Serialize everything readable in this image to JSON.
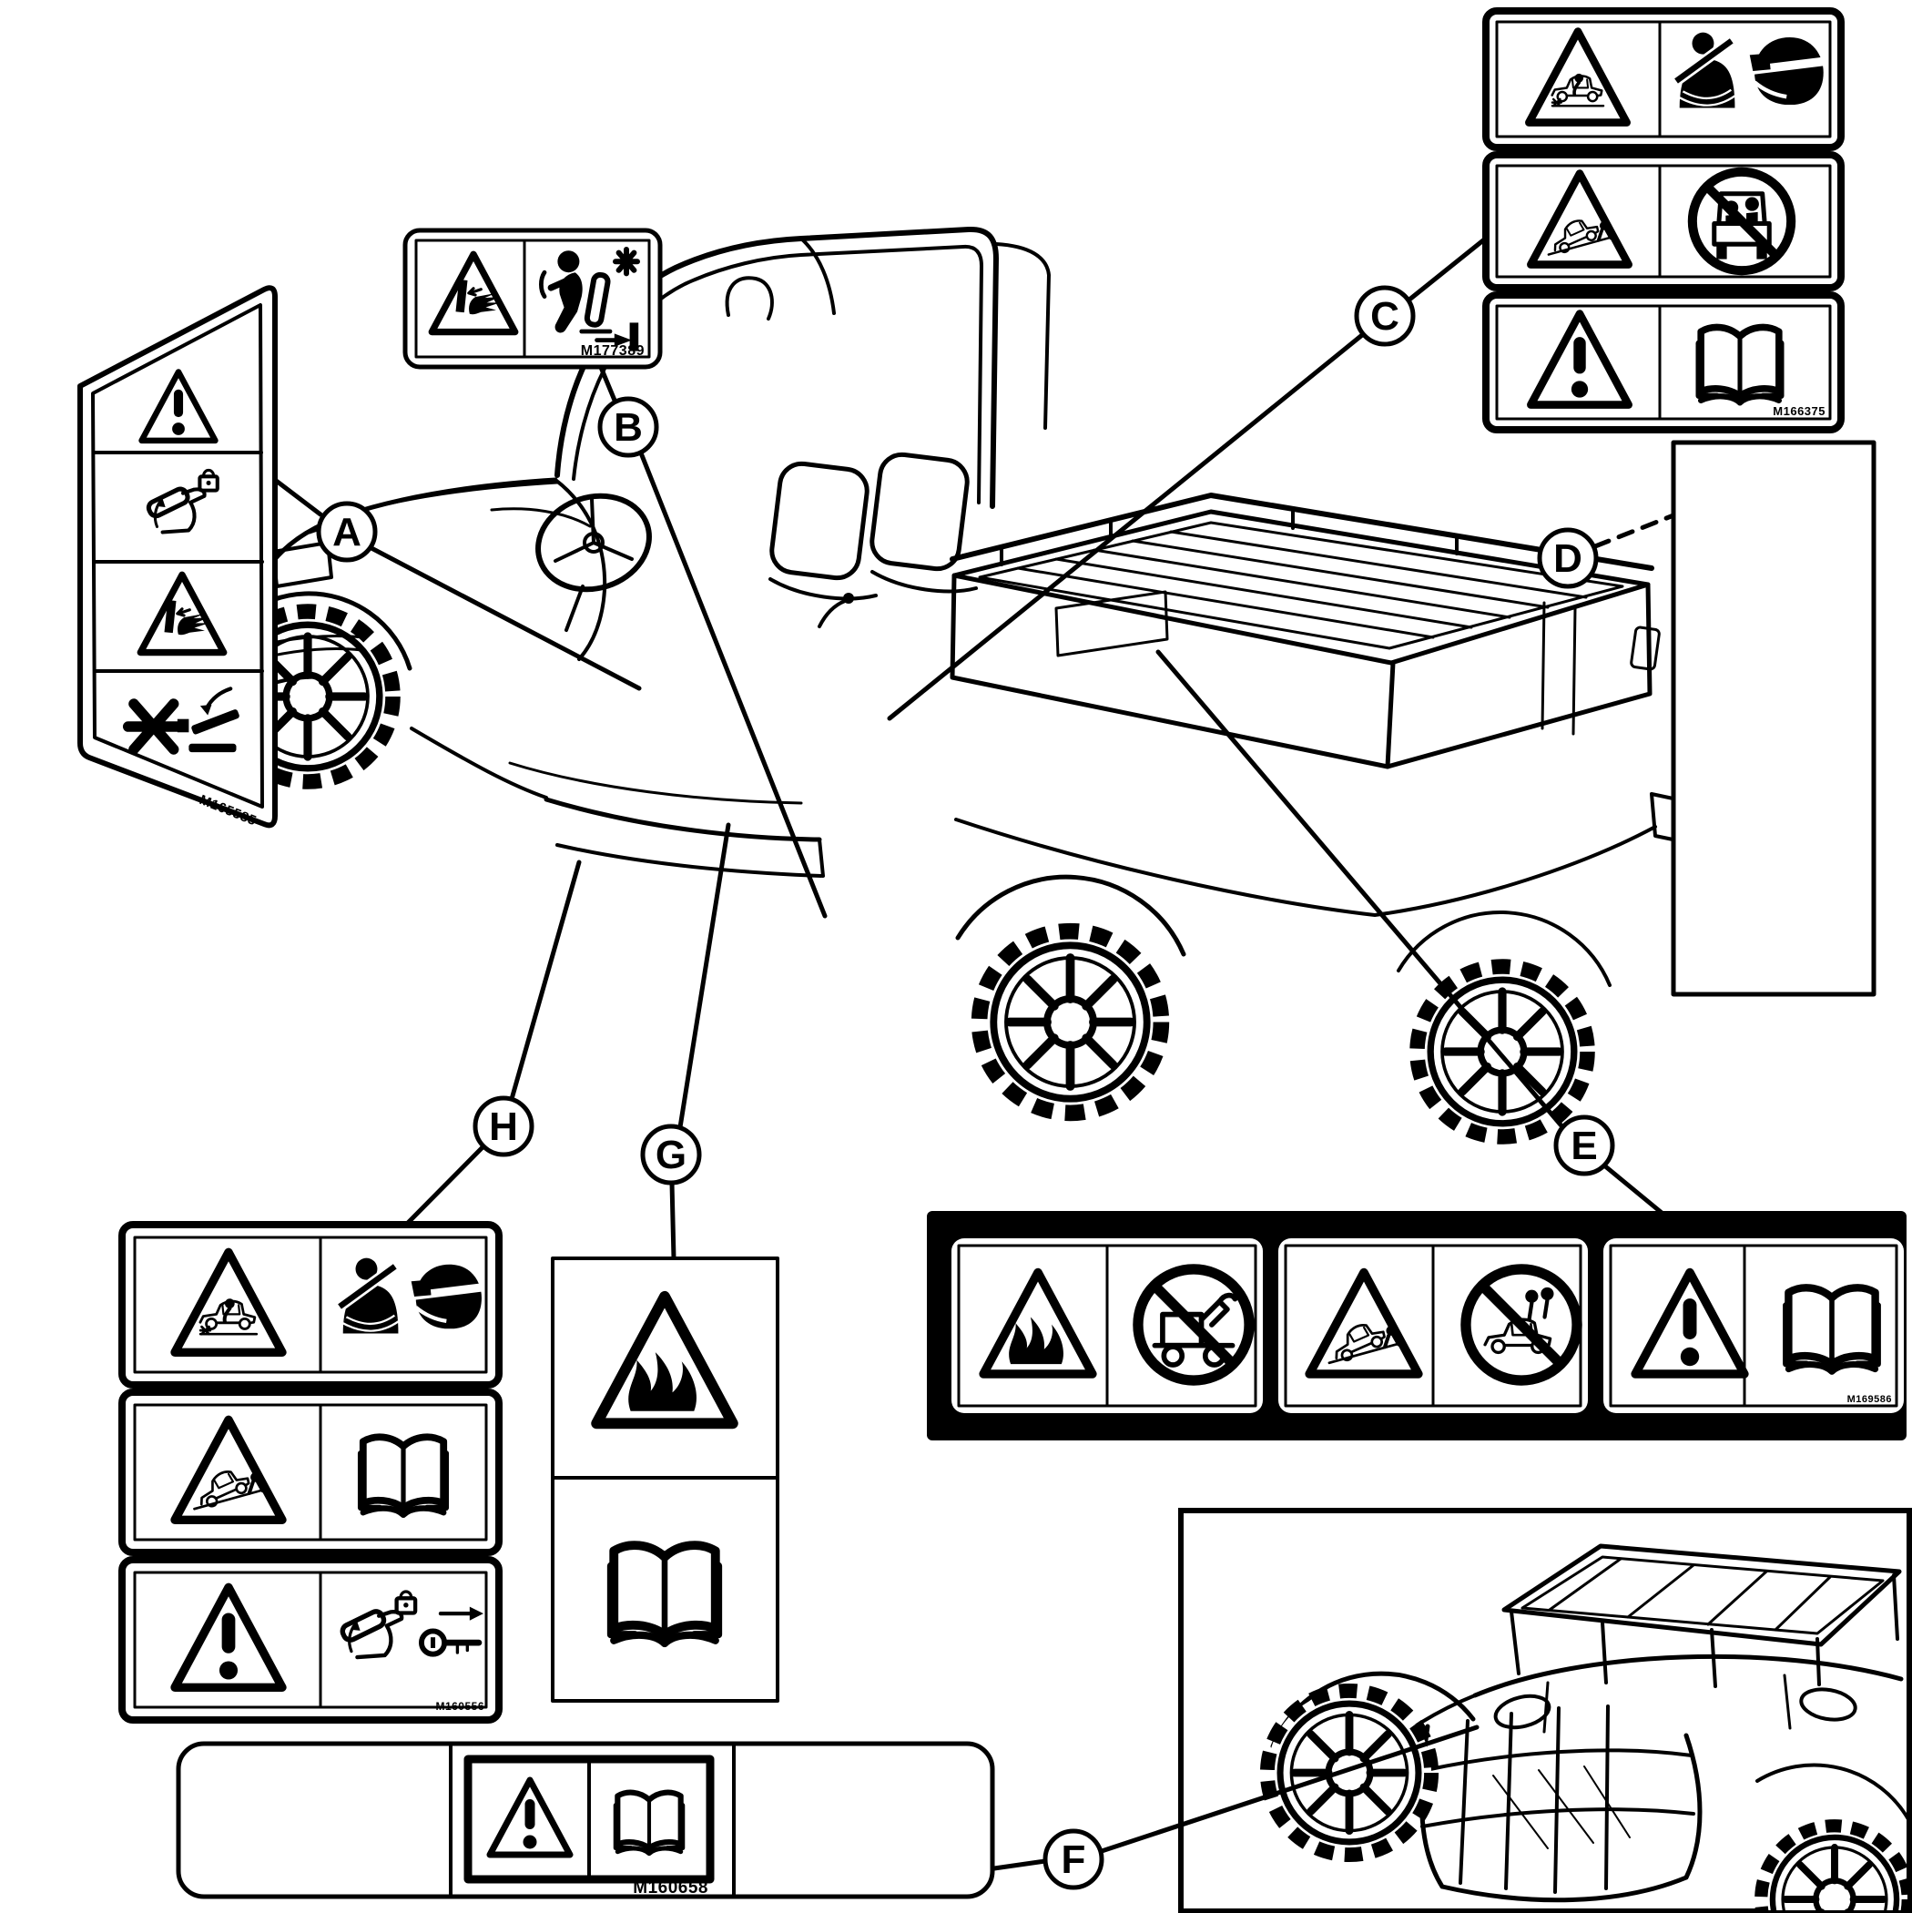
{
  "figure": {
    "type": "safety-decal-location-diagram",
    "subject": "utility-vehicle-line-drawing",
    "inset_subject": "front-brush-guard-and-cargo-rack",
    "ink_color": "#000000",
    "paper_color": "#ffffff"
  },
  "callouts": {
    "A": "A",
    "B": "B",
    "C": "C",
    "D": "D",
    "E": "E",
    "F": "F",
    "G": "G",
    "H": "H"
  },
  "labels": {
    "a": {
      "part_number": "M165585",
      "cells": [
        "warning-triangle",
        "cargo-bed-prop-lock",
        "hand-crush-triangle",
        "crush-point-bar"
      ]
    },
    "b": {
      "part_number": "M177389",
      "cells": [
        "hand-crush-triangle",
        "seat-adjustment-crush"
      ]
    },
    "c": {
      "part_number": "M166375",
      "rows": [
        [
          "collision-hazard-triangle",
          "wear-seatbelt-and-helmet"
        ],
        [
          "tip-over-hazard-triangle",
          "no-passengers-prohibited"
        ],
        [
          "warning-triangle",
          "read-operators-manual"
        ]
      ]
    },
    "d": {
      "cells": [
        "blank-label"
      ]
    },
    "e": {
      "part_number": "M169586",
      "rows": [
        [
          "fire-hazard-triangle",
          "no-refueling-prohibited"
        ],
        [
          "tip-over-hazard-triangle",
          "no-cargo-box-riders-prohibited"
        ],
        [
          "warning-triangle",
          "read-operators-manual"
        ]
      ]
    },
    "g": {
      "cells": [
        "fire-hazard-triangle",
        "read-operators-manual"
      ]
    },
    "h": {
      "part_number": "M160556",
      "rows": [
        [
          "collision-hazard-triangle",
          "wear-seatbelt-and-helmet"
        ],
        [
          "tip-over-hazard-triangle",
          "read-operators-manual"
        ],
        [
          "warning-triangle",
          "cargo-bed-prop-lock-and-remove-key"
        ]
      ]
    },
    "bottom": {
      "part_number": "M160658",
      "cells": [
        "warning-triangle",
        "read-operators-manual"
      ]
    }
  }
}
